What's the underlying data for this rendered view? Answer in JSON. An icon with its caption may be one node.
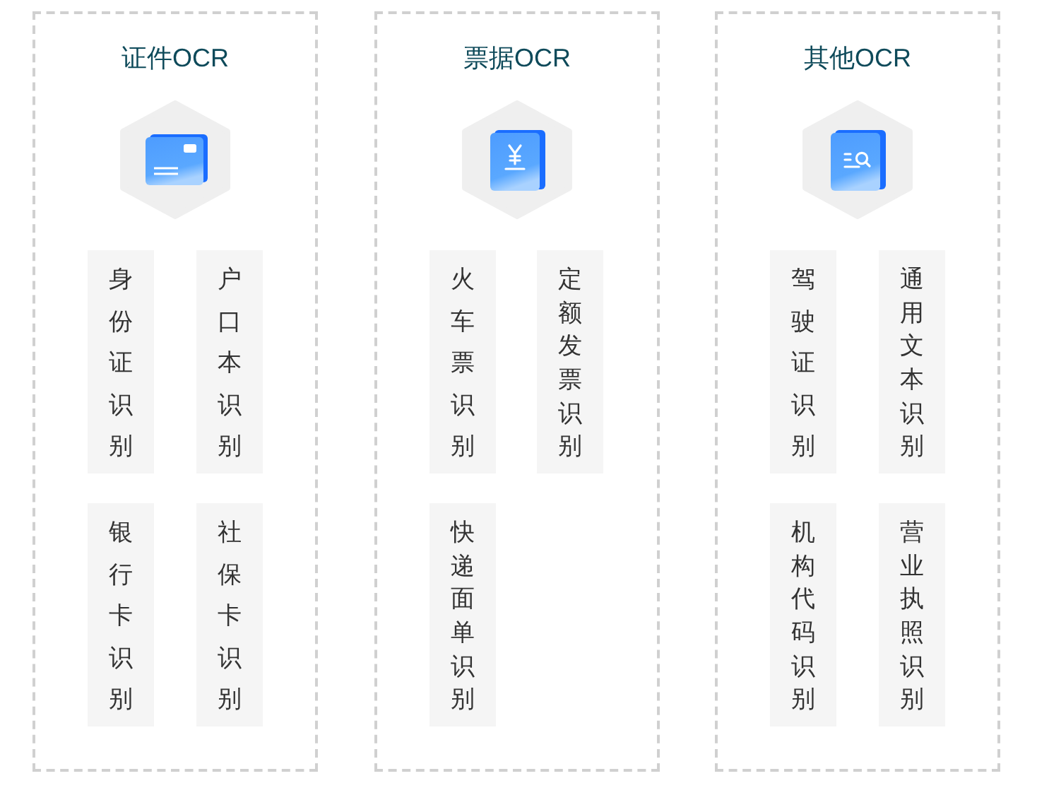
{
  "diagram": {
    "nodes": [
      {
        "text": [
          "证件OCR"
        ]
      },
      {
        "text": [
          "身份证识别"
        ],
        "in": 0
      },
      {
        "text": [
          "户口本识别"
        ],
        "in": 0
      },
      {
        "text": [
          "银行卡识别"
        ],
        "in": 0
      },
      {
        "text": [
          "社保卡识别"
        ],
        "in": 0
      },
      {
        "text": [
          "票据OCR"
        ]
      },
      {
        "text": [
          "火车票识别"
        ],
        "in": 5
      },
      {
        "text": [
          "定额发票识别"
        ],
        "in": 5
      },
      {
        "text": [
          "快递面单识别"
        ],
        "in": 5
      },
      {
        "text": [
          "其他OCR"
        ]
      },
      {
        "text": [
          "驾驶证识别"
        ],
        "in": 9
      },
      {
        "text": [
          "通用文本识别"
        ],
        "in": 9
      },
      {
        "text": [
          "机构代码识别"
        ],
        "in": 9
      },
      {
        "text": [
          "营业执照识别"
        ],
        "in": 9
      }
    ]
  }
}
